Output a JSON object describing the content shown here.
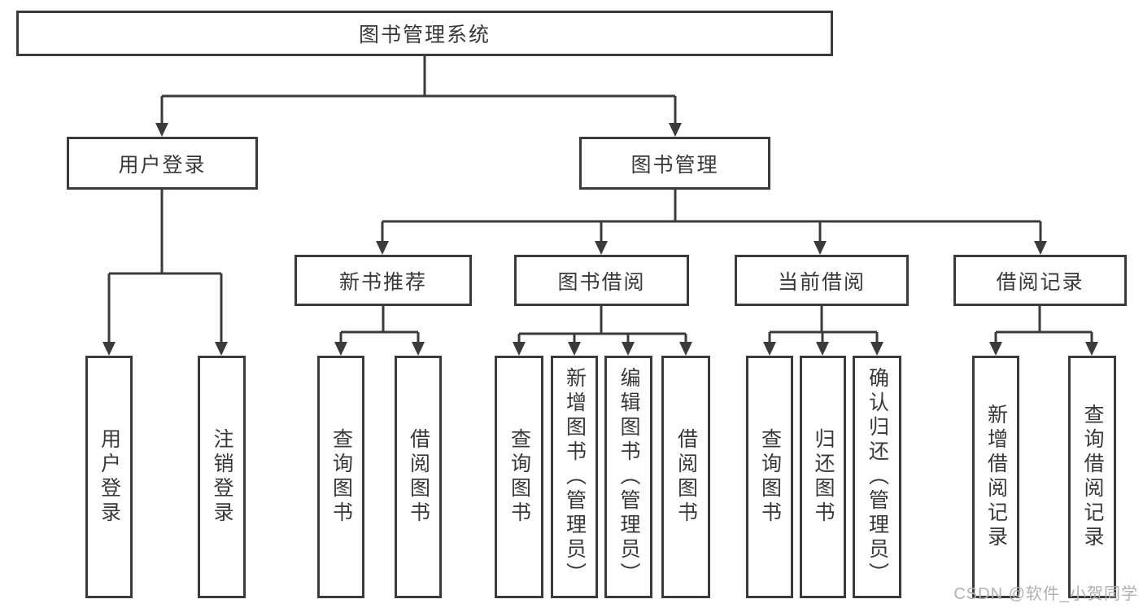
{
  "diagram": {
    "root": {
      "label": "图书管理系统"
    },
    "branches": [
      {
        "label": "用户登录",
        "leaves": [
          "用户登录",
          "注销登录"
        ]
      },
      {
        "label": "图书管理",
        "groups": [
          {
            "label": "新书推荐",
            "leaves": [
              "查询图书",
              "借阅图书"
            ]
          },
          {
            "label": "图书借阅",
            "leaves": [
              "查询图书",
              "新增图书（管理员）",
              "编辑图书（管理员）",
              "借阅图书"
            ]
          },
          {
            "label": "当前借阅",
            "leaves": [
              "查询图书",
              "归还图书",
              "确认归还（管理员）"
            ]
          },
          {
            "label": "借阅记录",
            "leaves": [
              "新增借阅记录",
              "查询借阅记录"
            ]
          }
        ]
      }
    ]
  },
  "watermark": {
    "text": "CSDN @软件_小贺同学"
  },
  "colors": {
    "line": "#3b3b3b",
    "text": "#383838",
    "watermark": "#b0b0b0",
    "background": "#ffffff"
  }
}
